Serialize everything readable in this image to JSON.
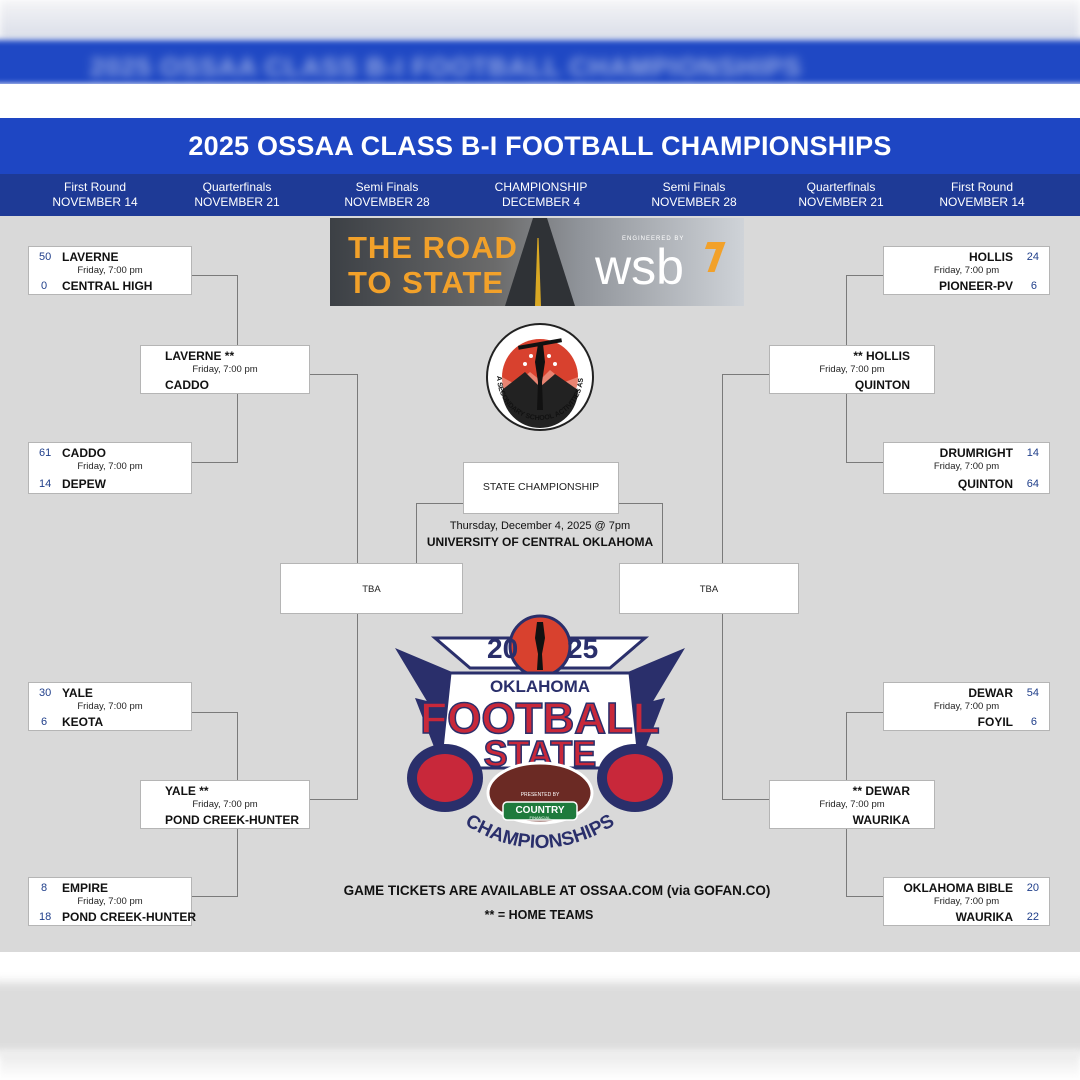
{
  "header": {
    "title": "2025 OSSAA CLASS B-I FOOTBALL CHAMPIONSHIPS"
  },
  "rounds": [
    {
      "name": "First Round",
      "date": "NOVEMBER 14"
    },
    {
      "name": "Quarterfinals",
      "date": "NOVEMBER 21"
    },
    {
      "name": "Semi Finals",
      "date": "NOVEMBER 28"
    },
    {
      "name": "CHAMPIONSHIP",
      "date": "DECEMBER 4"
    },
    {
      "name": "Semi Finals",
      "date": "NOVEMBER 28"
    },
    {
      "name": "Quarterfinals",
      "date": "NOVEMBER 21"
    },
    {
      "name": "First Round",
      "date": "NOVEMBER 14"
    }
  ],
  "ad": {
    "line1": "THE ROAD",
    "line2": "TO STATE",
    "engineered": "ENGINEERED BY",
    "brand": "wsb"
  },
  "left": {
    "r1": [
      {
        "top": "LAVERNE",
        "top_score": "50",
        "time": "Friday, 7:00 pm",
        "bottom": "CENTRAL HIGH",
        "bottom_score": "0"
      },
      {
        "top": "CADDO",
        "top_score": "61",
        "time": "Friday, 7:00 pm",
        "bottom": "DEPEW",
        "bottom_score": "14"
      },
      {
        "top": "YALE",
        "top_score": "30",
        "time": "Friday, 7:00 pm",
        "bottom": "KEOTA",
        "bottom_score": "6"
      },
      {
        "top": "EMPIRE",
        "top_score": "8",
        "time": "Friday, 7:00 pm",
        "bottom": "POND CREEK-HUNTER",
        "bottom_score": "18"
      }
    ],
    "qf": [
      {
        "top": "LAVERNE **",
        "time": "Friday, 7:00 pm",
        "bottom": "CADDO"
      },
      {
        "top": "YALE **",
        "time": "Friday, 7:00 pm",
        "bottom": "POND CREEK-HUNTER"
      }
    ],
    "sf": "TBA"
  },
  "right": {
    "r1": [
      {
        "top": "HOLLIS",
        "top_score": "24",
        "time": "Friday, 7:00 pm",
        "bottom": "PIONEER-PV",
        "bottom_score": "6"
      },
      {
        "top": "DRUMRIGHT",
        "top_score": "14",
        "time": "Friday, 7:00 pm",
        "bottom": "QUINTON",
        "bottom_score": "64"
      },
      {
        "top": "DEWAR",
        "top_score": "54",
        "time": "Friday, 7:00 pm",
        "bottom": "FOYIL",
        "bottom_score": "6"
      },
      {
        "top": "OKLAHOMA BIBLE",
        "top_score": "20",
        "time": "Friday, 7:00 pm",
        "bottom": "WAURIKA",
        "bottom_score": "22"
      }
    ],
    "qf": [
      {
        "top": "** HOLLIS",
        "time": "Friday, 7:00 pm",
        "bottom": "QUINTON"
      },
      {
        "top": "** DEWAR",
        "time": "Friday, 7:00 pm",
        "bottom": "WAURIKA"
      }
    ],
    "sf": "TBA"
  },
  "championship": {
    "label": "STATE CHAMPIONSHIP",
    "datetime": "Thursday, December 4, 2025 @ 7pm",
    "venue": "UNIVERSITY OF CENTRAL OKLAHOMA"
  },
  "seal": {
    "text": "OKLAHOMA SECONDARY SCHOOL ACTIVITIES ASSOCIATION"
  },
  "logo": {
    "year_left": "20",
    "year_right": "25",
    "state": "OKLAHOMA",
    "line1": "FOOTBALL",
    "line2": "STATE",
    "presented": "PRESENTED BY",
    "sponsor": "COUNTRY",
    "sponsor_sub": "FINANCIAL",
    "bottom": "CHAMPIONSHIPS"
  },
  "footer": {
    "tickets": "GAME TICKETS ARE AVAILABLE AT OSSAA.COM (via GOFAN.CO)",
    "legend": "** = HOME TEAMS"
  },
  "colors": {
    "title_bg": "#1e46c3",
    "rounds_bg": "#1e3a96",
    "poster_bg": "#d9d9d9",
    "score": "#1f3e8a",
    "ad_text": "#f2a12a"
  }
}
